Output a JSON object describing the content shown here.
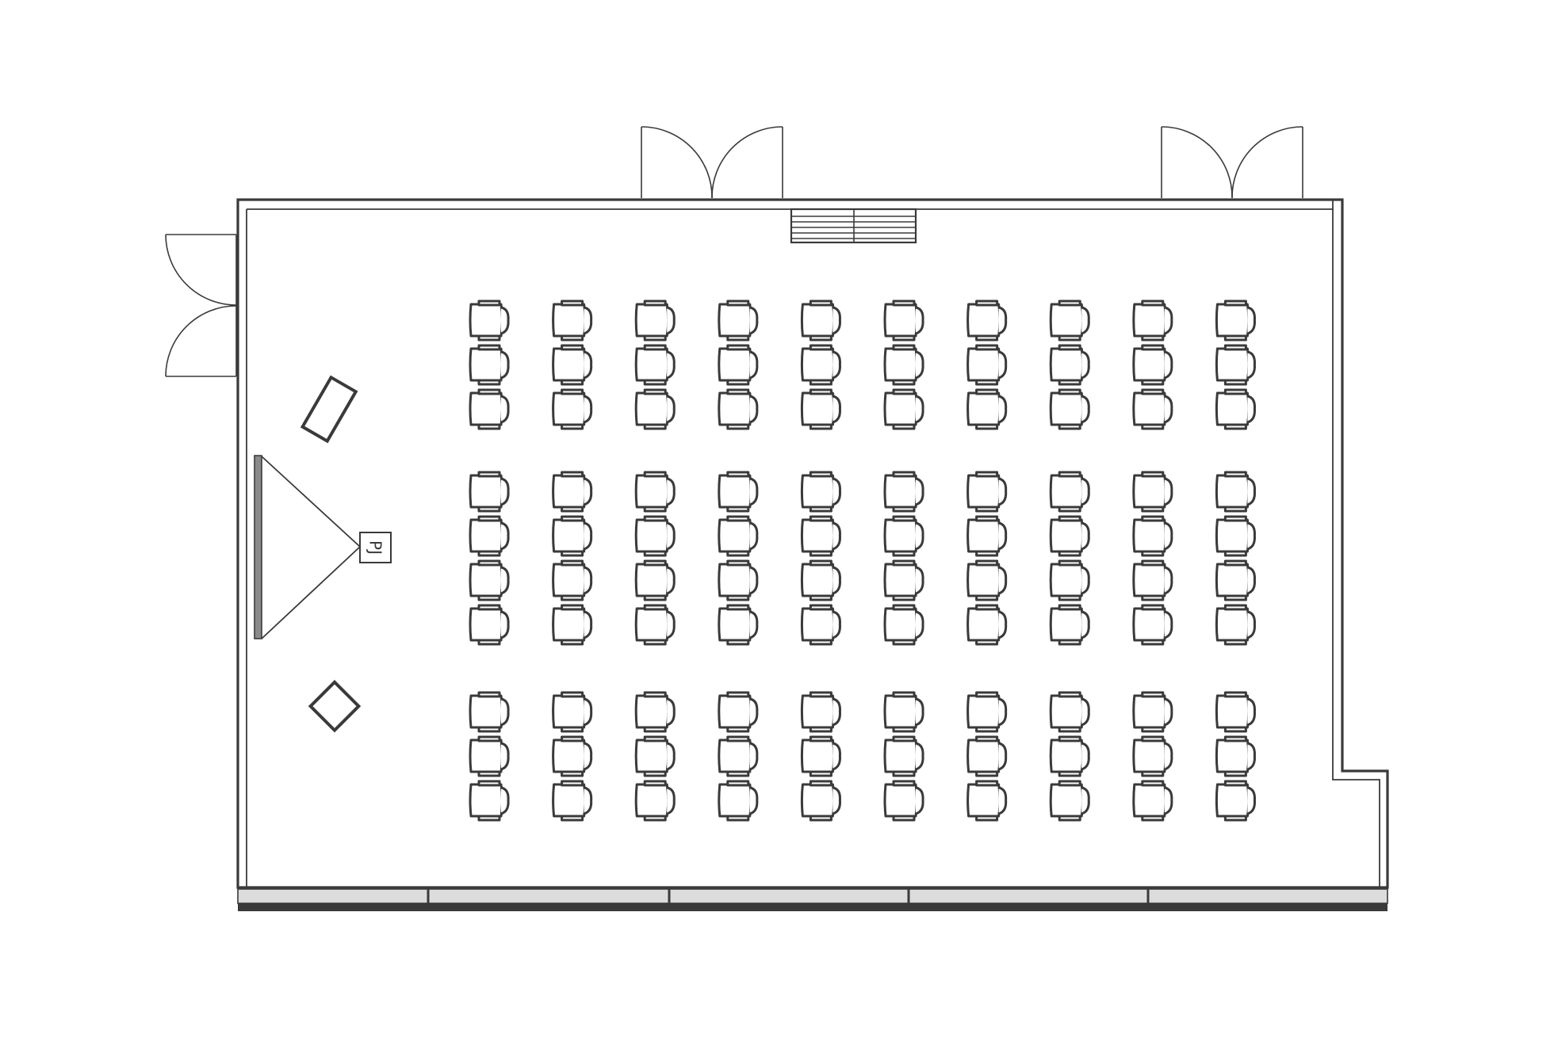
{
  "projector": {
    "label": "PJ",
    "icon": "projector-icon"
  },
  "screen": {
    "icon": "projection-screen-icon"
  },
  "seating": {
    "columns": 10,
    "blocks": [
      {
        "name": "front-block",
        "rows": 3
      },
      {
        "name": "middle-block",
        "rows": 4
      },
      {
        "name": "rear-block",
        "rows": 3
      }
    ],
    "chair_icon": "chair-icon"
  },
  "doors": [
    {
      "name": "left-double-door",
      "icon": "double-door-icon"
    },
    {
      "name": "top-double-door-1",
      "icon": "double-door-icon"
    },
    {
      "name": "top-double-door-2",
      "icon": "double-door-icon"
    }
  ],
  "fixtures": [
    {
      "name": "air-vent",
      "icon": "vent-icon"
    },
    {
      "name": "lectern-desk",
      "icon": "desk-icon"
    },
    {
      "name": "side-table",
      "icon": "table-icon"
    }
  ],
  "colors": {
    "line": "#3a3a3a",
    "glass": "#dcdcdc",
    "screen": "#8a8a8a",
    "background": "#ffffff"
  }
}
